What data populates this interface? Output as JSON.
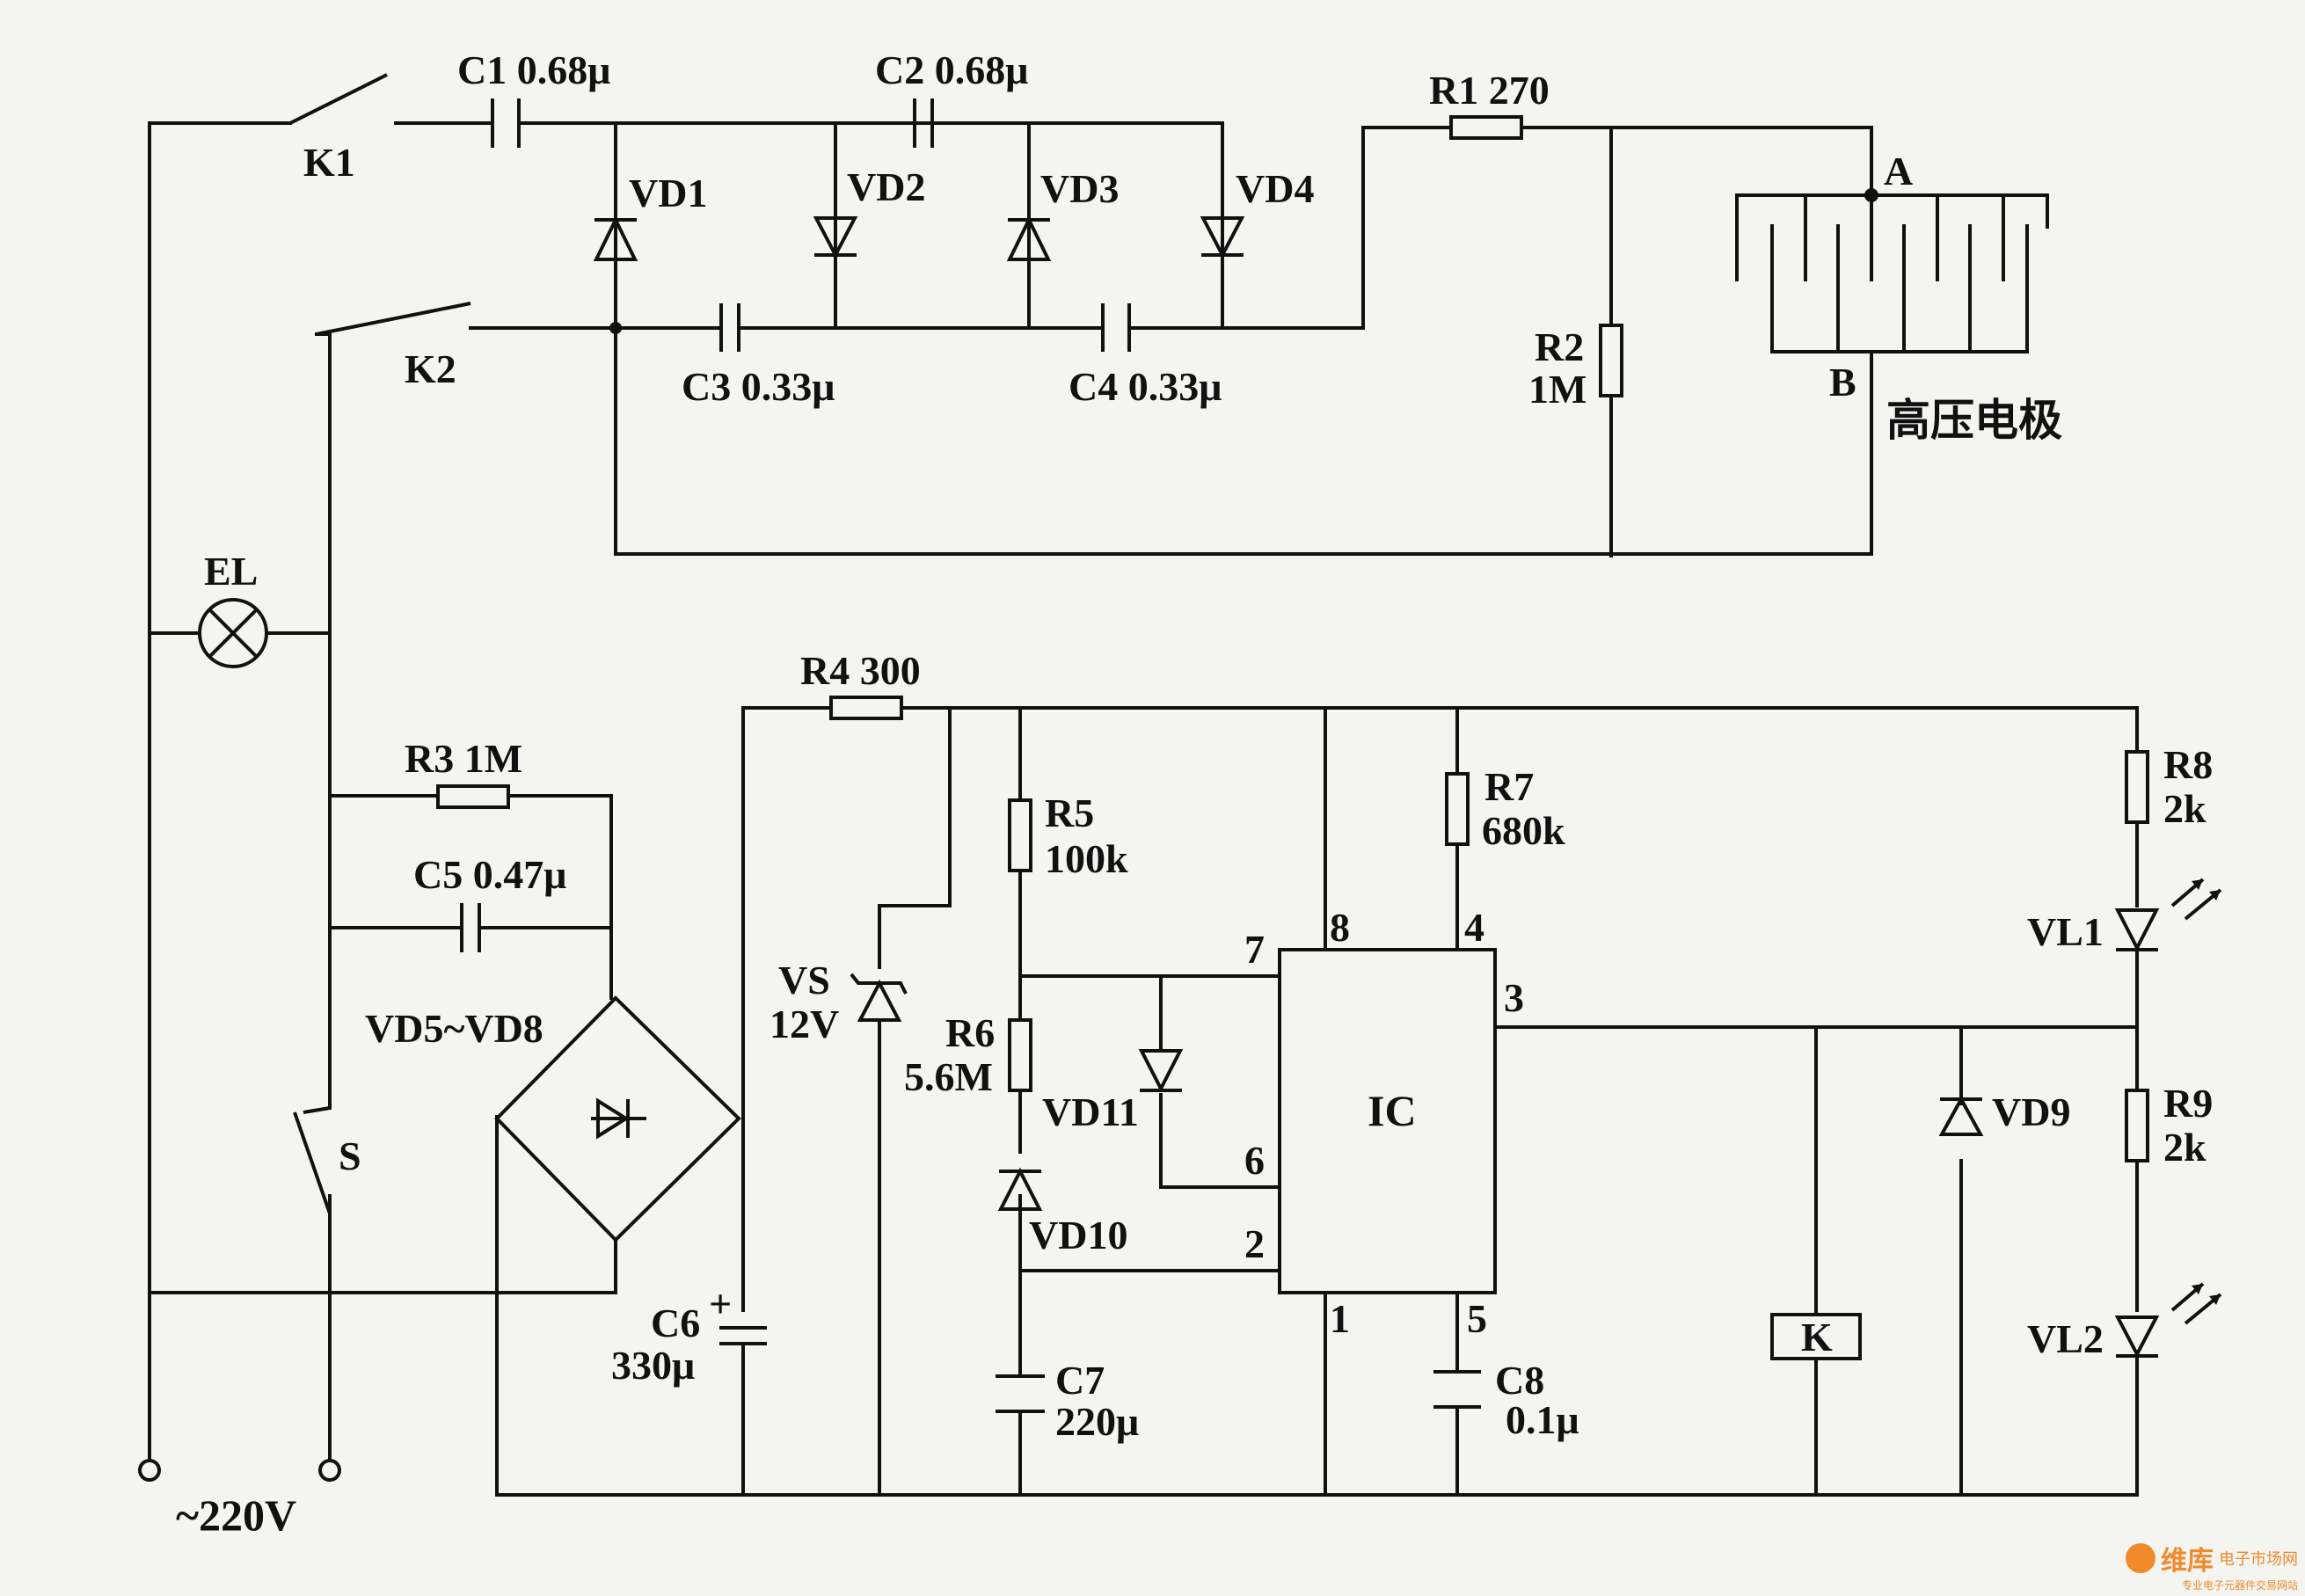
{
  "components": {
    "K1": "K1",
    "K2": "K2",
    "S": "S",
    "EL": "EL",
    "C1": "C1 0.68μ",
    "C2": "C2 0.68μ",
    "C3": "C3 0.33μ",
    "C4": "C4 0.33μ",
    "VD1": "VD1",
    "VD2": "VD2",
    "VD3": "VD3",
    "VD4": "VD4",
    "R1": "R1 270",
    "R2_name": "R2",
    "R2_value": "1M",
    "node_A": "A",
    "node_B": "B",
    "electrode": "高压电极",
    "R3": "R3 1M",
    "C5": "C5 0.47μ",
    "bridge": "VD5~VD8",
    "supply": "~220V",
    "R4": "R4 300",
    "VS_name": "VS",
    "VS_value": "12V",
    "C6_name": "C6",
    "C6_value": "330μ",
    "C6_plus": "+",
    "R5_name": "R5",
    "R5_value": "100k",
    "R6_name": "R6",
    "R6_value": "5.6M",
    "VD10": "VD10",
    "VD11": "VD11",
    "C7_name": "C7",
    "C7_value": "220μ",
    "IC": "IC",
    "pins": {
      "p1": "1",
      "p2": "2",
      "p3": "3",
      "p4": "4",
      "p5": "5",
      "p6": "6",
      "p7": "7",
      "p8": "8"
    },
    "R7_name": "R7",
    "R7_value": "680k",
    "C8_name": "C8",
    "C8_value": "0.1μ",
    "K": "K",
    "VD9": "VD9",
    "R8_name": "R8",
    "R8_value": "2k",
    "R9_name": "R9",
    "R9_value": "2k",
    "VL1": "VL1",
    "VL2": "VL2"
  },
  "watermark": {
    "brand": "维库",
    "site": "电子市场网",
    "tagline": "专业电子元器件交易网站"
  }
}
